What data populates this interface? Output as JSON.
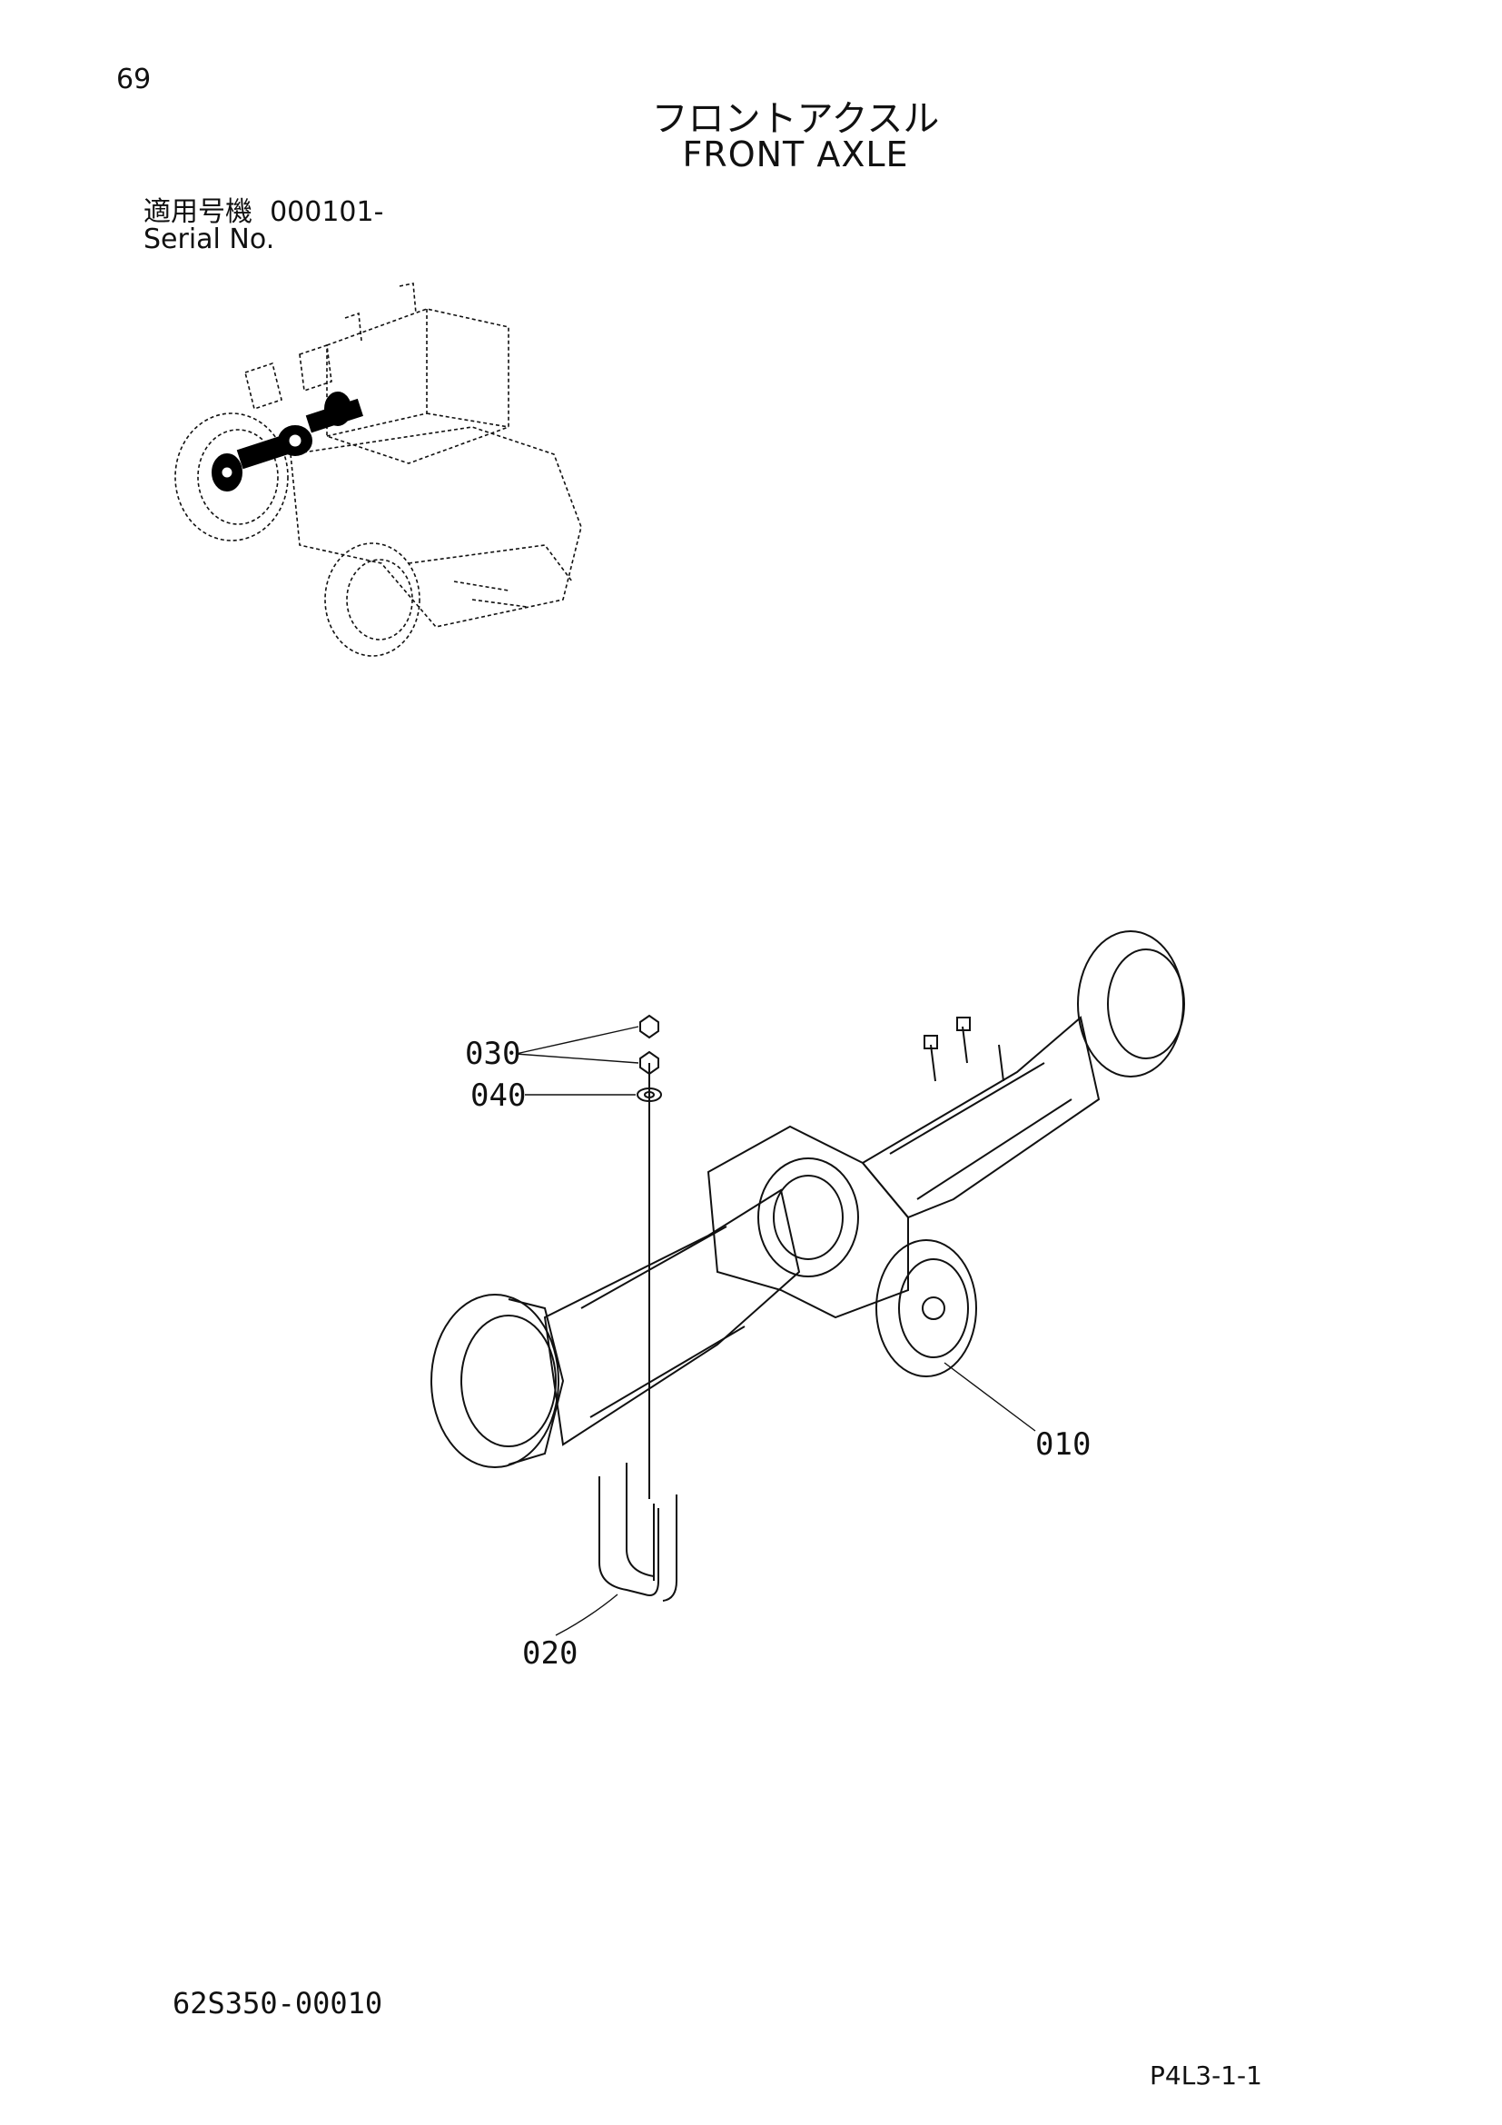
{
  "page": {
    "number": "69",
    "title_jp": "フロントアクスル",
    "title_en": "FRONT AXLE",
    "serial_label_jp": "適用号機",
    "serial_value": "000101-",
    "serial_label_en": "Serial No.",
    "catalog_code": "62S350-00010",
    "page_code": "P4L3-1-1"
  },
  "callouts": [
    {
      "id": "010",
      "label": "010"
    },
    {
      "id": "020",
      "label": "020"
    },
    {
      "id": "030",
      "label": "030"
    },
    {
      "id": "040",
      "label": "040"
    }
  ],
  "colors": {
    "line": "#111111",
    "highlight": "#000000",
    "background": "#ffffff"
  }
}
